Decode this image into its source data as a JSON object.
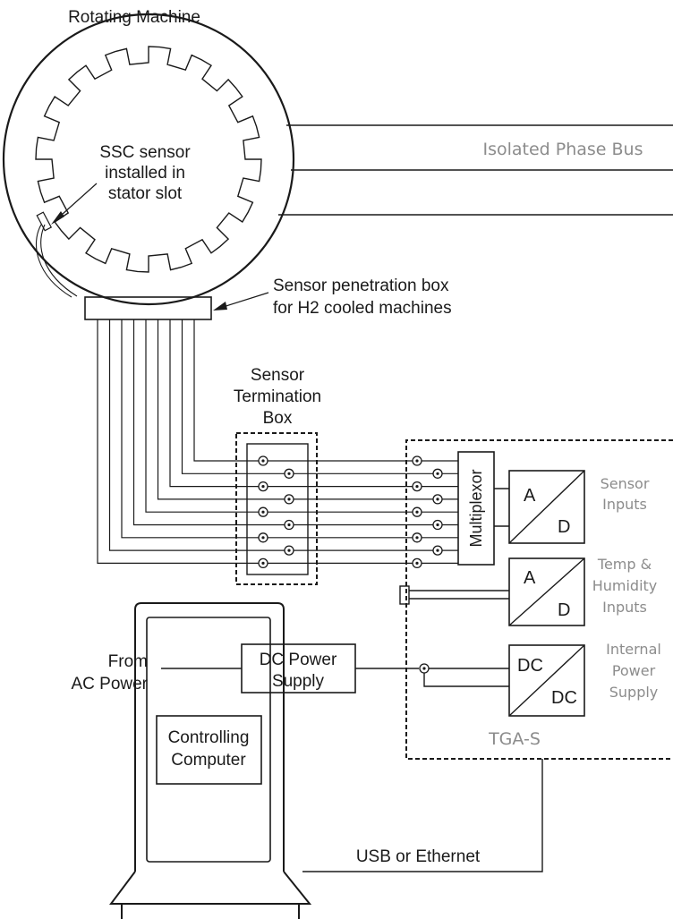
{
  "labels": {
    "machine_title": "Rotating Machine",
    "ssc_line1": "SSC sensor",
    "ssc_line2": "installed in",
    "ssc_line3": "stator slot",
    "bus": "Isolated Phase Bus",
    "penetration_line1": "Sensor penetration box",
    "penetration_line2": "for H2 cooled machines",
    "termination_line1": "Sensor",
    "termination_line2": "Termination",
    "termination_line3": "Box",
    "multiplexor": "Multiplexor",
    "ad_a": "A",
    "ad_d": "D",
    "sensor_inputs_line1": "Sensor",
    "sensor_inputs_line2": "Inputs",
    "temp_line1": "Temp &",
    "temp_line2": "Humidity",
    "temp_line3": "Inputs",
    "dc_top": "DC",
    "dc_bottom": "DC",
    "internal_line1": "Internal",
    "internal_line2": "Power",
    "internal_line3": "Supply",
    "from_line1": "From",
    "from_line2": "AC Power",
    "dc_supply_line1": "DC Power",
    "dc_supply_line2": "Supply",
    "tga": "TGA-S",
    "computer_line1": "Controlling",
    "computer_line2": "Computer",
    "usb": "USB or Ethernet"
  }
}
